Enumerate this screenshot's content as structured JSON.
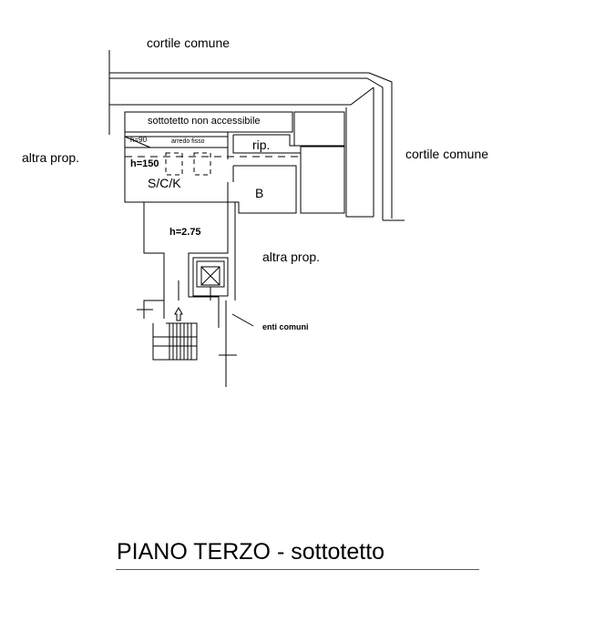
{
  "plan": {
    "labels": {
      "cortile_top": "cortile comune",
      "cortile_right": "cortile comune",
      "altra_left": "altra prop.",
      "altra_right": "altra prop.",
      "sottotetto": "sottotetto non accessibile",
      "h90": "h=90",
      "arredo": "arredo fisso",
      "rip": "rip.",
      "h150": "h=150",
      "sck": "S/C/K",
      "bath": "B",
      "h275": "h=2.75",
      "enti": "enti comuni"
    }
  },
  "title": {
    "text": "PIANO TERZO - sottotetto"
  },
  "colors": {
    "line": "#000000",
    "rule": "#555555"
  }
}
